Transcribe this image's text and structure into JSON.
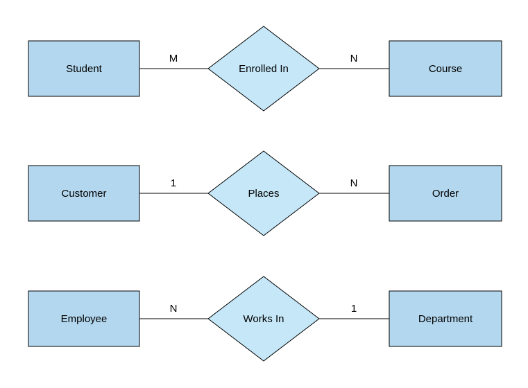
{
  "diagram": {
    "type": "er-diagram",
    "colors": {
      "entity_fill": "#b3d7ee",
      "relationship_fill": "#c5e7f8",
      "stroke": "#000000",
      "background": "#ffffff"
    },
    "rows": [
      {
        "left_entity": "Student",
        "left_cardinality": "M",
        "relationship": "Enrolled In",
        "right_cardinality": "N",
        "right_entity": "Course"
      },
      {
        "left_entity": "Customer",
        "left_cardinality": "1",
        "relationship": "Places",
        "right_cardinality": "N",
        "right_entity": "Order"
      },
      {
        "left_entity": "Employee",
        "left_cardinality": "N",
        "relationship": "Works In",
        "right_cardinality": "1",
        "right_entity": "Department"
      }
    ]
  }
}
